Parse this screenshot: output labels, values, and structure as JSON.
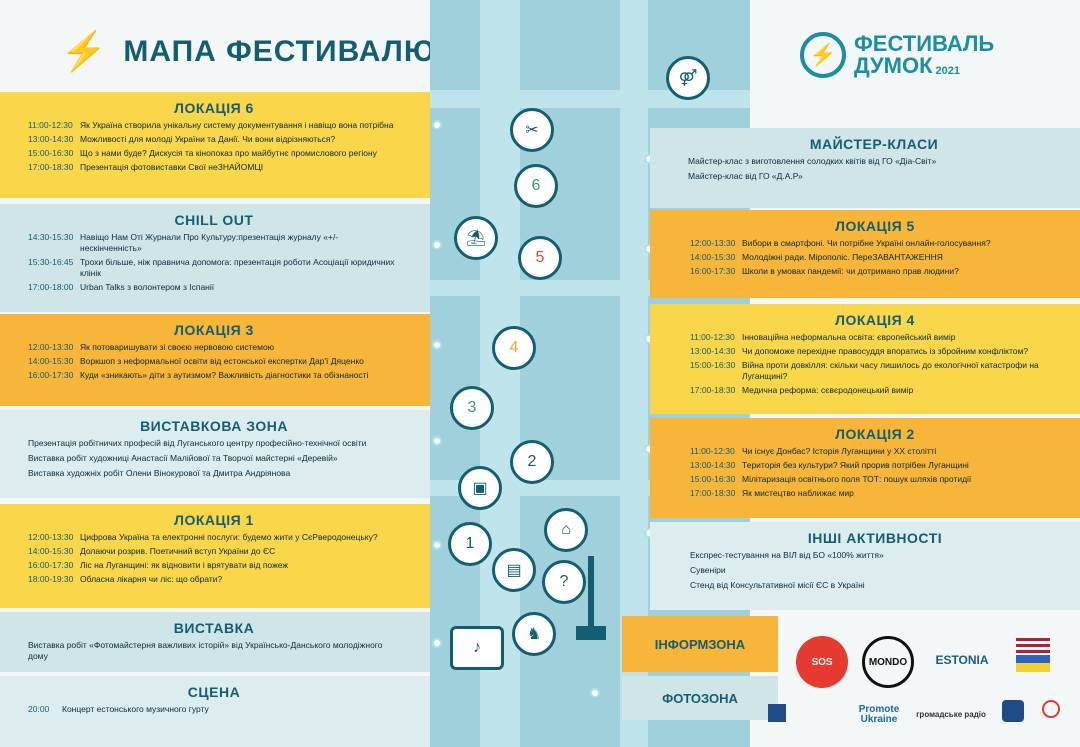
{
  "header": {
    "title": "МАПА ФЕСТИВАЛЮ",
    "brand_line1": "ФЕСТИВАЛЬ",
    "brand_line2": "ДУМОК",
    "brand_year": "2021"
  },
  "left": {
    "loc6": {
      "title": "ЛОКАЦІЯ 6",
      "rows": [
        {
          "time": "11:00-12:30",
          "text": "Як Україна створила унікальну систему документування і навіщо вона потрібна"
        },
        {
          "time": "13:00-14:30",
          "text": "Можливості для молоді України та Данії. Чи вони відрізняються?"
        },
        {
          "time": "15:00-16:30",
          "text": "Що з нами буде? Дискусія та кінопоказ про майбутнє промислового регіону"
        },
        {
          "time": "17:00-18:30",
          "text": "Презентація фотовиставки Свої неЗНАЙОМЦІ"
        }
      ]
    },
    "chill": {
      "title": "CHILL OUT",
      "rows": [
        {
          "time": "14:30-15:30",
          "text": "Навіщо Нам Оті Журнали Про Культуру:презентація журналу «+/- нескінченність»"
        },
        {
          "time": "15:30-16:45",
          "text": "Трохи більше, ніж правнича допомога: презентація роботи Асоціації юридичних клінік"
        },
        {
          "time": "17:00-18:00",
          "text": "Urban Talks з волонтером з Іспанії"
        }
      ]
    },
    "loc3": {
      "title": "ЛОКАЦІЯ 3",
      "rows": [
        {
          "time": "12:00-13:30",
          "text": "Як потоваришувати зі своєю нервовою системою"
        },
        {
          "time": "14:00-15:30",
          "text": "Воркшоп з неформальної освіти від естонської експертки Дар'ї Дяценко"
        },
        {
          "time": "16:00-17:30",
          "text": "Куди «зникають» діти з аутизмом? Важливість діагностики та обізнаності"
        }
      ]
    },
    "exhibit": {
      "title": "ВИСТАВКОВА ЗОНА",
      "lines": [
        "Презентація робітничих професій від Луганського центру професійно-технічної освіти",
        "Виставка робіт художниці Анастасії Малійової та Творчої майстерні «Деревій»",
        "Виставка художніх робіт Олени Вінокурової та Дмитра Андріянова"
      ]
    },
    "loc1": {
      "title": "ЛОКАЦІЯ 1",
      "rows": [
        {
          "time": "12:00-13:30",
          "text": "Цифрова Україна та електронні послуги: будемо жити у СєРверодонецьку?"
        },
        {
          "time": "14:00-15:30",
          "text": "Долаючи розрив. Поетичний вступ України до ЄС"
        },
        {
          "time": "16:00-17:30",
          "text": "Ліс на Луганщині: як відновити і врятувати від пожеж"
        },
        {
          "time": "18:00-19:30",
          "text": "Обласна лікарня чи ліс: що обрати?"
        }
      ]
    },
    "vystavka": {
      "title": "ВИСТАВКА",
      "lines": [
        "Виставка робіт «Фотомайстерня важливих історій» від Українсько-Данського молодіжного дому"
      ]
    },
    "scena": {
      "title": "СЦЕНА",
      "rows": [
        {
          "time": "20:00",
          "text": "Концерт естонського музичного гурту"
        }
      ]
    }
  },
  "right": {
    "master": {
      "title": "МАЙСТЕР-КЛАСИ",
      "lines": [
        "Майстер-клас з виготовлення солодких квітів від ГО «Діа-Світ»",
        "Майстер-клас від ГО «Д.А.Р»"
      ]
    },
    "loc5": {
      "title": "ЛОКАЦІЯ 5",
      "rows": [
        {
          "time": "12:00-13:30",
          "text": "Вибори в смартфоні. Чи потрібне Україні онлайн-голосування?"
        },
        {
          "time": "14:00-15:30",
          "text": "Молодіжні ради. Мірополіс. ПереЗАВАНТАЖЕННЯ"
        },
        {
          "time": "16:00-17:30",
          "text": "Школи в умовах пандемії: чи дотримано прав людини?"
        }
      ]
    },
    "loc4": {
      "title": "ЛОКАЦІЯ 4",
      "rows": [
        {
          "time": "11:00-12:30",
          "text": "Інноваційна неформальна освіта: європейський вимір"
        },
        {
          "time": "13:00-14:30",
          "text": "Чи допоможе перехідне правосуддя впоратись із збройним конфліктом?"
        },
        {
          "time": "15:00-16:30",
          "text": "Війна проти довкілля: скільки часу лишилось до екологічної катастрофи на Луганщині?"
        },
        {
          "time": "17:00-18:30",
          "text": "Медична реформа: сєвєродонецький вимір"
        }
      ]
    },
    "loc2": {
      "title": "ЛОКАЦІЯ 2",
      "rows": [
        {
          "time": "11:00-12:30",
          "text": "Чи існує Донбас? Історія Луганщини у ХХ столітті"
        },
        {
          "time": "13:00-14:30",
          "text": "Територія без культури? Який прорив потрібен Луганщині"
        },
        {
          "time": "15:00-16:30",
          "text": "Мілітаризація освітнього поля ТОТ: пошук шляхів протидії"
        },
        {
          "time": "17:00-18:30",
          "text": "Як мистецтво наближає мир"
        }
      ]
    },
    "other": {
      "title": "ІНШІ АКТИВНОСТІ",
      "lines": [
        "Експрес-тестування на ВІЛ від БО «100% життя»",
        "Сувеніри",
        "Стенд від Консультативної місії ЄС в Україні"
      ]
    },
    "info": "ІНФОРМЗОНА",
    "photo": "ФОТОЗОНА"
  },
  "logos": {
    "sos": "SOS",
    "mondo": "MONDO",
    "estonia": "ESTONIA",
    "promote": "Promote Ukraine",
    "hromadske": "громадське радіо"
  },
  "colors": {
    "yellow": "#f9d64a",
    "orange": "#f7b53a",
    "teal": "#135e70",
    "map": "#9fd0dc"
  }
}
